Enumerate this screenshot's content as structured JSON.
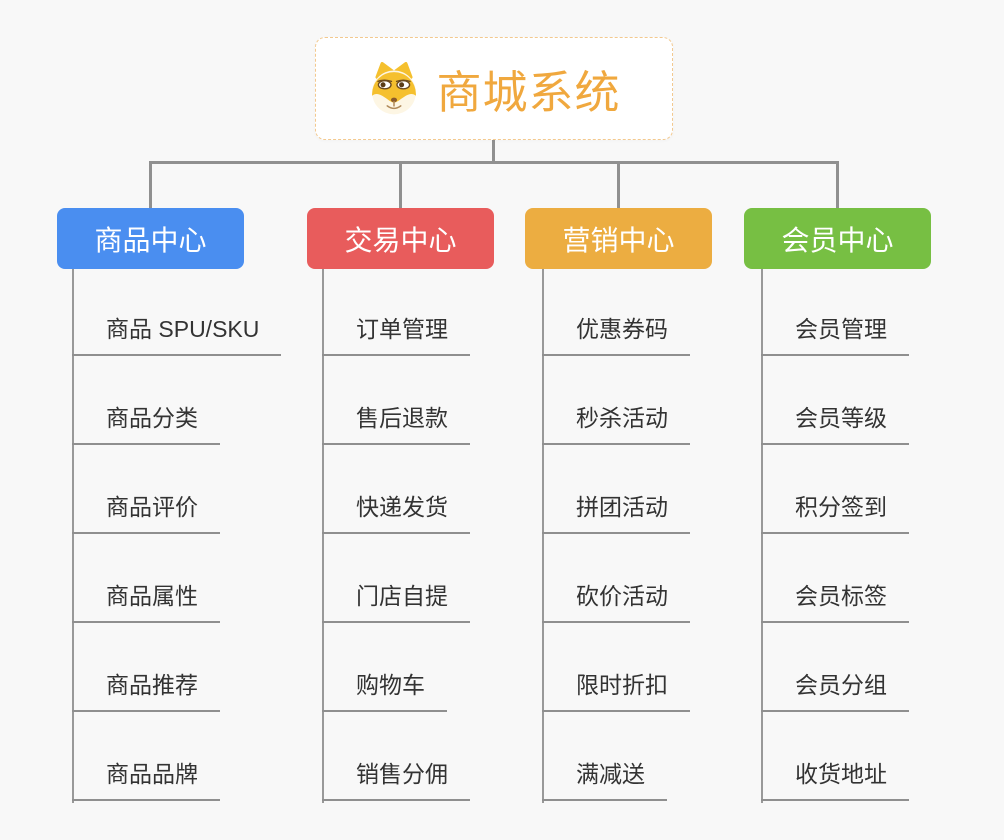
{
  "root": {
    "title": "商城系统",
    "icon": "dog-face-icon",
    "title_color": "#f0a83e",
    "border_color": "#f3c98f"
  },
  "connector_color": "#909090",
  "branches": [
    {
      "label": "商品中心",
      "color": "#4a8ef0",
      "items": [
        "商品 SPU/SKU",
        "商品分类",
        "商品评价",
        "商品属性",
        "商品推荐",
        "商品品牌"
      ]
    },
    {
      "label": "交易中心",
      "color": "#e85c5c",
      "items": [
        "订单管理",
        "售后退款",
        "快递发货",
        "门店自提",
        "购物车",
        "销售分佣"
      ]
    },
    {
      "label": "营销中心",
      "color": "#ecad41",
      "items": [
        "优惠券码",
        "秒杀活动",
        "拼团活动",
        "砍价活动",
        "限时折扣",
        "满减送"
      ]
    },
    {
      "label": "会员中心",
      "color": "#77bf43",
      "items": [
        "会员管理",
        "会员等级",
        "积分签到",
        "会员标签",
        "会员分组",
        "收货地址"
      ]
    }
  ]
}
